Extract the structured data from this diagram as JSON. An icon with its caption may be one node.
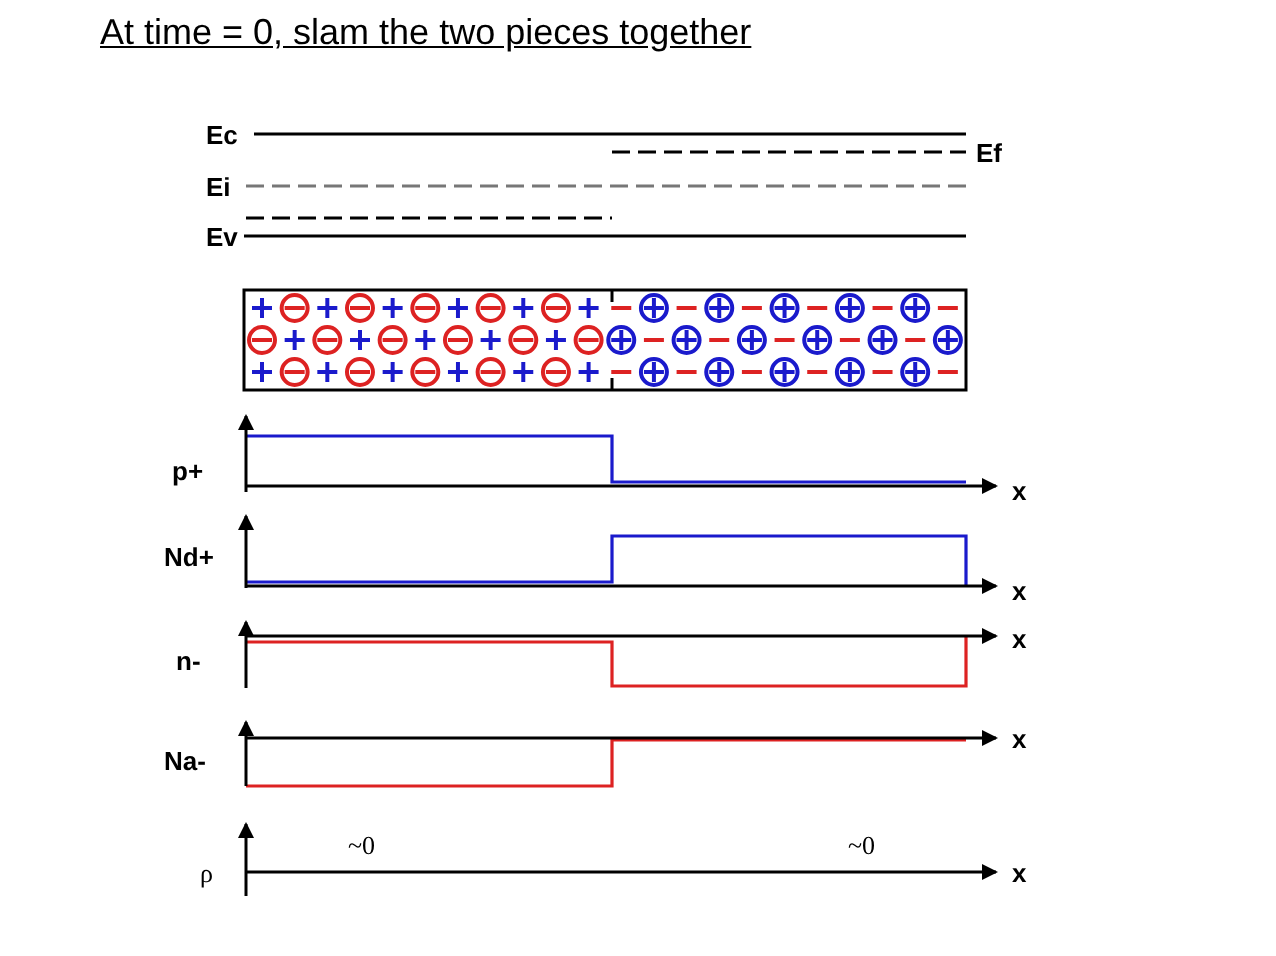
{
  "diagram": {
    "title": "At time = 0, slam the two pieces together",
    "labels": [
      "Ec",
      "Ef",
      "Ei",
      "Ev",
      "p+",
      "x",
      "Nd+",
      "x",
      "n-",
      "x",
      "Na-",
      "x",
      "~0",
      "~0",
      "ρ",
      "x"
    ]
  }
}
